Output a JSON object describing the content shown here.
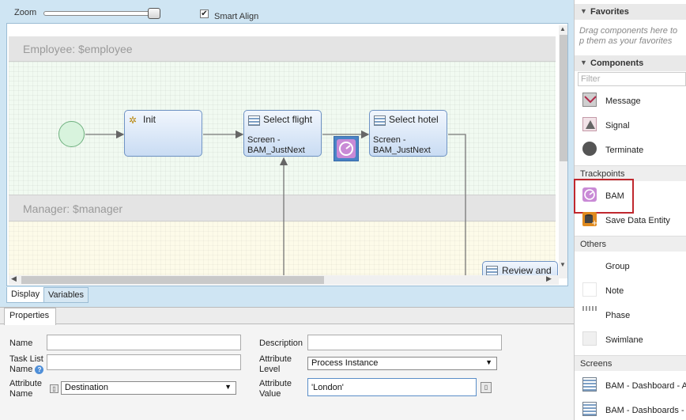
{
  "toolbar": {
    "zoom_label": "Zoom",
    "smart_align_label": "Smart Align",
    "smart_align_checked": true
  },
  "canvas": {
    "lanes": [
      {
        "title": "Employee: $employee"
      },
      {
        "title": "Manager: $manager"
      }
    ],
    "tasks": {
      "init": {
        "title": "Init"
      },
      "flight": {
        "title": "Select flight",
        "subtitle": "Screen - BAM_JustNext"
      },
      "hotel": {
        "title": "Select hotel",
        "subtitle": "Screen - BAM_JustNext"
      },
      "review": {
        "title": "Review and"
      }
    }
  },
  "editor_tabs": [
    {
      "label": "Display"
    },
    {
      "label": "Variables"
    }
  ],
  "properties": {
    "tab_label": "Properties",
    "name_label": "Name",
    "name_value": "",
    "task_list_label_1": "Task List",
    "task_list_label_2": "Name",
    "task_list_value": "",
    "attribute_name_label_1": "Attribute",
    "attribute_name_label_2": "Name",
    "attribute_name_value": "Destination",
    "description_label": "Description",
    "description_value": "",
    "attribute_level_label_1": "Attribute",
    "attribute_level_label_2": "Level",
    "attribute_level_value": "Process Instance",
    "attribute_value_label_1": "Attribute",
    "attribute_value_label_2": "Value",
    "attribute_value_value": "'London'"
  },
  "palette": {
    "favorites_header": "Favorites",
    "favorites_hint": "Drag components here to p them as your favorites",
    "components_header": "Components",
    "filter_placeholder": "Filter",
    "items_top": [
      {
        "label": "Message"
      },
      {
        "label": "Signal"
      },
      {
        "label": "Terminate"
      }
    ],
    "trackpoints_header": "Trackpoints",
    "trackpoints": [
      {
        "label": "BAM"
      },
      {
        "label": "Save Data Entity"
      }
    ],
    "others_header": "Others",
    "others": [
      {
        "label": "Group"
      },
      {
        "label": "Note"
      },
      {
        "label": "Phase"
      },
      {
        "label": "Swimlane"
      }
    ],
    "screens_header": "Screens",
    "screens": [
      {
        "label": "BAM - Dashboard - Ac"
      },
      {
        "label": "BAM - Dashboards - B"
      }
    ]
  },
  "colors": {
    "accent": "#4a83c6",
    "highlight": "#c0282e",
    "bam": "#c98ad6"
  }
}
